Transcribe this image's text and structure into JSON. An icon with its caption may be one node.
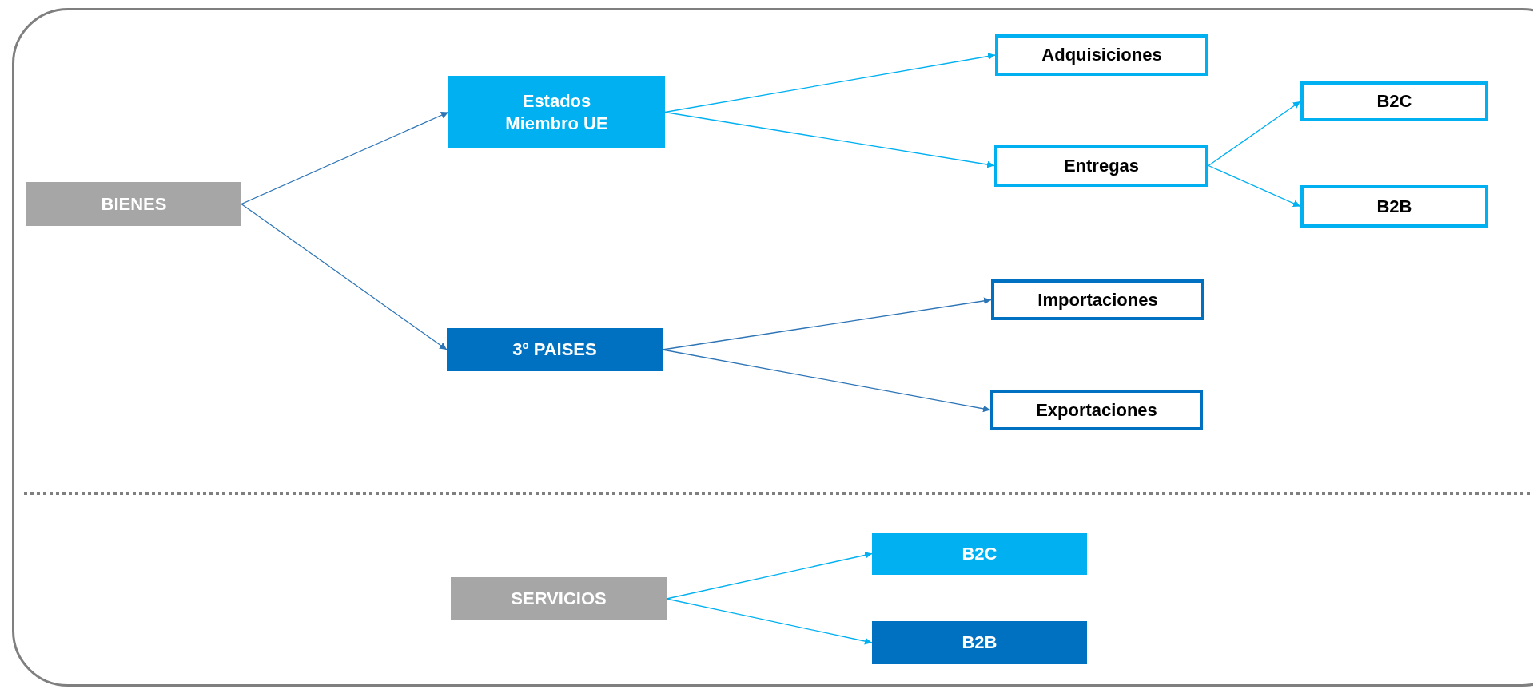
{
  "diagram": {
    "nodes": [
      {
        "text": [
          "BIENES"
        ]
      },
      {
        "text": [
          "Estados Miembro UE"
        ]
      },
      {
        "text": [
          "3º PAISES"
        ]
      },
      {
        "text": [
          "Adquisiciones"
        ]
      },
      {
        "text": [
          "Entregas"
        ]
      },
      {
        "text": [
          "B2C"
        ]
      },
      {
        "text": [
          "B2B"
        ]
      },
      {
        "text": [
          "Importaciones"
        ]
      },
      {
        "text": [
          "Exportaciones"
        ]
      },
      {
        "text": [
          "SERVICIOS"
        ]
      },
      {
        "text": [
          "B2C"
        ]
      },
      {
        "text": [
          "B2B"
        ]
      }
    ],
    "edges": [
      {
        "from": 0,
        "to": 1,
        "arrow": "to",
        "color": "#2e75b6"
      },
      {
        "from": 0,
        "to": 2,
        "arrow": "to",
        "color": "#2e75b6"
      },
      {
        "from": 1,
        "to": 3,
        "arrow": "to"
      },
      {
        "from": 1,
        "to": 4,
        "arrow": "to"
      },
      {
        "from": 4,
        "to": 5,
        "arrow": "to"
      },
      {
        "from": 4,
        "to": 6,
        "arrow": "to"
      },
      {
        "from": 2,
        "to": 7,
        "arrow": "to",
        "color": "#2e75b6"
      },
      {
        "from": 2,
        "to": 8,
        "arrow": "to",
        "color": "#2e75b6"
      },
      {
        "from": 9,
        "to": 10,
        "arrow": "to"
      },
      {
        "from": 9,
        "to": 11,
        "arrow": "to"
      }
    ]
  }
}
